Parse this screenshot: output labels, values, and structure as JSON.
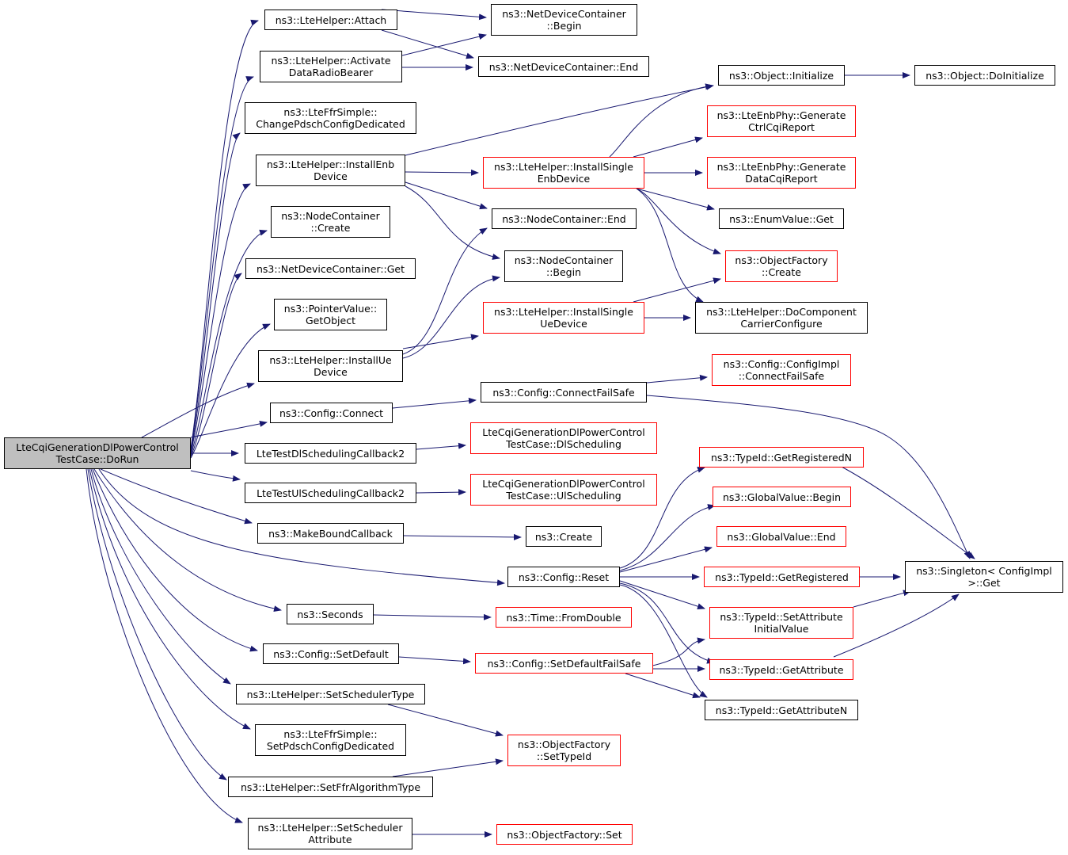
{
  "colors": {
    "edge": "#191970",
    "node_border": "#000000",
    "node_border_red": "#ff0000",
    "root_fill": "#bfbfbf"
  },
  "nodes": {
    "root": [
      "LteCqiGenerationDlPowerControl",
      "TestCase::DoRun"
    ],
    "attach": [
      "ns3::LteHelper::Attach"
    ],
    "activate": [
      "ns3::LteHelper::Activate",
      "DataRadioBearer"
    ],
    "chgpdsch": [
      "ns3::LteFfrSimple::",
      "ChangePdschConfigDedicated"
    ],
    "instenb": [
      "ns3::LteHelper::InstallEnb",
      "Device"
    ],
    "nccreate": [
      "ns3::NodeContainer",
      "::Create"
    ],
    "ndcget": [
      "ns3::NetDeviceContainer::Get"
    ],
    "pvget": [
      "ns3::PointerValue::",
      "GetObject"
    ],
    "instue": [
      "ns3::LteHelper::InstallUe",
      "Device"
    ],
    "cfgconnect": [
      "ns3::Config::Connect"
    ],
    "dlcb2": [
      "LteTestDlSchedulingCallback2"
    ],
    "ulcb2": [
      "LteTestUlSchedulingCallback2"
    ],
    "mkbound": [
      "ns3::MakeBoundCallback"
    ],
    "seconds": [
      "ns3::Seconds"
    ],
    "cfgsetdef": [
      "ns3::Config::SetDefault"
    ],
    "setschedtype": [
      "ns3::LteHelper::SetSchedulerType"
    ],
    "setpdsch": [
      "ns3::LteFfrSimple::",
      "SetPdschConfigDedicated"
    ],
    "setffr": [
      "ns3::LteHelper::SetFfrAlgorithmType"
    ],
    "setschedattr": [
      "ns3::LteHelper::SetScheduler",
      "Attribute"
    ],
    "ndcbegin": [
      "ns3::NetDeviceContainer",
      "::Begin"
    ],
    "ndcend": [
      "ns3::NetDeviceContainer::End"
    ],
    "instsenb": [
      "ns3::LteHelper::InstallSingle",
      "EnbDevice"
    ],
    "ncend": [
      "ns3::NodeContainer::End"
    ],
    "ncbegin": [
      "ns3::NodeContainer",
      "::Begin"
    ],
    "instsue": [
      "ns3::LteHelper::InstallSingle",
      "UeDevice"
    ],
    "connfs": [
      "ns3::Config::ConnectFailSafe"
    ],
    "dlsched": [
      "LteCqiGenerationDlPowerControl",
      "TestCase::DlScheduling"
    ],
    "ulsched": [
      "LteCqiGenerationDlPowerControl",
      "TestCase::UlScheduling"
    ],
    "create": [
      "ns3::Create"
    ],
    "cfgreset": [
      "ns3::Config::Reset"
    ],
    "fromdouble": [
      "ns3::Time::FromDouble"
    ],
    "setdeffs": [
      "ns3::Config::SetDefaultFailSafe"
    ],
    "ofsettid": [
      "ns3::ObjectFactory",
      "::SetTypeId"
    ],
    "ofset": [
      "ns3::ObjectFactory::Set"
    ],
    "objinit": [
      "ns3::Object::Initialize"
    ],
    "gencqi": [
      "ns3::LteEnbPhy::Generate",
      "CtrlCqiReport"
    ],
    "gendcqi": [
      "ns3::LteEnbPhy::Generate",
      "DataCqiReport"
    ],
    "enumget": [
      "ns3::EnumValue::Get"
    ],
    "ofcreate": [
      "ns3::ObjectFactory",
      "::Create"
    ],
    "docomp": [
      "ns3::LteHelper::DoComponent",
      "CarrierConfigure"
    ],
    "cfgimplcfs": [
      "ns3::Config::ConfigImpl",
      "::ConnectFailSafe"
    ],
    "getregn": [
      "ns3::TypeId::GetRegisteredN"
    ],
    "gvbegin": [
      "ns3::GlobalValue::Begin"
    ],
    "gvend": [
      "ns3::GlobalValue::End"
    ],
    "getreg": [
      "ns3::TypeId::GetRegistered"
    ],
    "setattrinit": [
      "ns3::TypeId::SetAttribute",
      "InitialValue"
    ],
    "getattr": [
      "ns3::TypeId::GetAttribute"
    ],
    "getattrn": [
      "ns3::TypeId::GetAttributeN"
    ],
    "objdoinit": [
      "ns3::Object::DoInitialize"
    ],
    "singleton": [
      "ns3::Singleton< ConfigImpl",
      " >::Get"
    ]
  }
}
